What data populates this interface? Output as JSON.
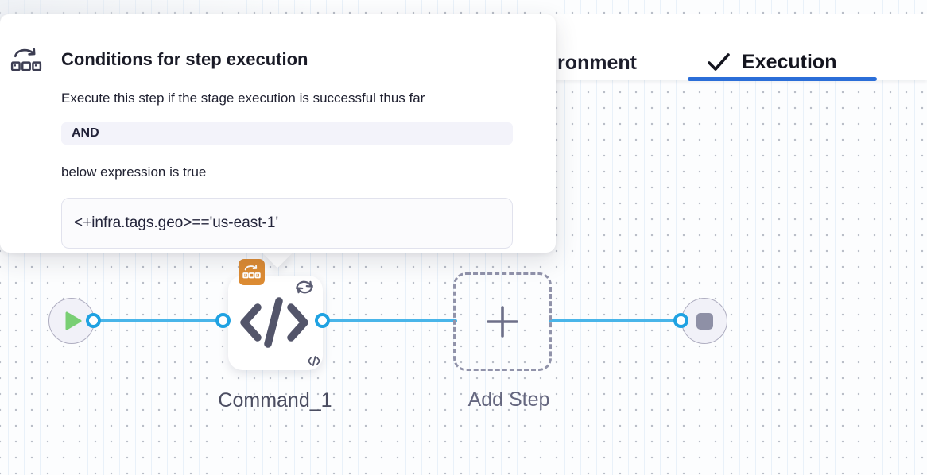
{
  "tabs": {
    "environment_partial": "ronment",
    "execution": "Execution"
  },
  "popover": {
    "title": "Conditions for step execution",
    "description": "Execute this step if the stage execution is successful thus far",
    "operator_badge": "AND",
    "expression_intro": "below expression is true",
    "expression": "<+infra.tags.geo>=='us-east-1'"
  },
  "pipeline": {
    "step_label": "Command_1",
    "add_step_label": "Add Step"
  },
  "icons": {
    "popover_header": "conditional-execution-icon",
    "active_tab": "check-icon",
    "start_node": "play-icon",
    "step_node": "code-icon",
    "step_badge": "conditional-execution-badge-icon",
    "step_secondary": "loop-icon",
    "add_node": "plus-icon",
    "end_node": "stop-icon"
  },
  "colors": {
    "line_blue": "#49b5e9",
    "connector_ring_blue": "#1fa2e2",
    "tab_underline_blue": "#2b6ed8",
    "conditional_badge_orange": "#dc8b33",
    "play_green": "#79cf74",
    "node_slate": "#53556a"
  }
}
